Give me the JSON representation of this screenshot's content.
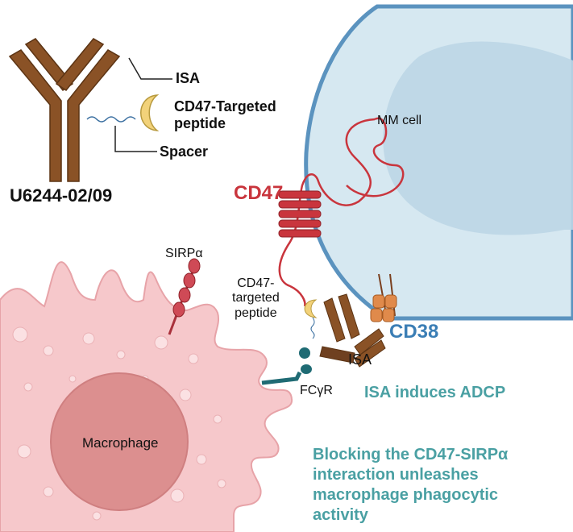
{
  "labels": {
    "isa_top": "ISA",
    "cd47_targeted_peptide_top": [
      "CD47-Targeted",
      "peptide"
    ],
    "spacer": "Spacer",
    "construct_name": "U6244-02/09",
    "mm_cell": "MM cell",
    "cd47": "CD47",
    "sirpa": "SIRPα",
    "cd47_targeted_peptide_mid": [
      "CD47-",
      "targeted",
      "peptide"
    ],
    "cd38": "CD38",
    "isa_mid": "ISA",
    "fcgr": "FCγR",
    "isa_induces": "ISA induces ADCP",
    "macrophage": "Macrophage",
    "blocking": [
      "Blocking the CD47-SIRPα",
      "interaction unleashes",
      "macrophage phagocytic",
      "activity"
    ]
  },
  "colors": {
    "antibody_brown": "#8a5226",
    "antibody_dark": "#5c3414",
    "peptide_yellow": "#f2d27a",
    "mm_cell_fill": "#d6e8f1",
    "mm_cell_border": "#5b93bf",
    "nucleus_fill": "#bcd6e6",
    "cd47_red": "#c9353d",
    "cd38_orange": "#e08a4b",
    "macrophage_fill": "#f6c8cb",
    "macrophage_border": "#e7a3a8",
    "nucleus_pink": "#dc8f8f",
    "fc_receptor_teal": "#1f6b74",
    "teal_text": "#4aa0a3",
    "blue_text": "#3b7eb5"
  }
}
